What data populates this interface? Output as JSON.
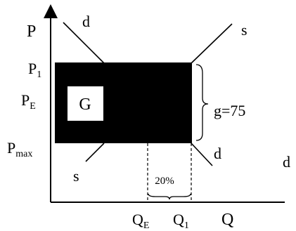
{
  "axes": {
    "y_label": "P",
    "x_label": "Q"
  },
  "price_labels": {
    "p1": {
      "base": "P",
      "sub": "1"
    },
    "pe": {
      "base": "P",
      "sub": "E"
    },
    "pmax": {
      "base": "P",
      "sub": "max"
    }
  },
  "quantity_labels": {
    "qe": {
      "base": "Q",
      "sub": "E"
    },
    "q1": {
      "base": "Q",
      "sub": "1"
    }
  },
  "curves": {
    "demand_top": "d",
    "demand_bottom": "d",
    "supply_top": "s",
    "supply_bottom": "s"
  },
  "region": {
    "label": "G",
    "fill": "#000000",
    "label_box_fill": "#ffffff"
  },
  "brace_label": "g=75",
  "percent_label": "20%",
  "stray_label": "d"
}
